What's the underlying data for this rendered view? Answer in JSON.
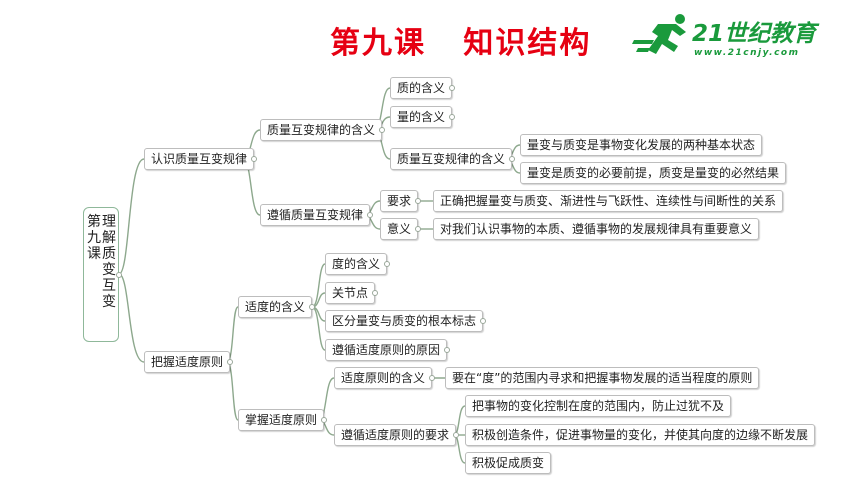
{
  "title": "第九课   知识结构",
  "logo": {
    "brand": "21世纪教育",
    "url_text": "www.21cnjy.com"
  },
  "colors": {
    "title": "#e60012",
    "logo_green": "#1a9a3c",
    "link": "#8da88d",
    "root_border": "#8fb89a"
  },
  "root": {
    "line1": "第九课",
    "line2": "理解质变互变"
  },
  "nodes": {
    "n1": "认识质量互变规律",
    "n1a": "质量互变规律的含义",
    "n1a1": "质的含义",
    "n1a2": "量的含义",
    "n1a3": "质量互变规律的含义",
    "n1a3a": "量变与质变是事物变化发展的两种基本状态",
    "n1a3b": "量变是质变的必要前提，质变是量变的必然结果",
    "n1b": "遵循质量互变规律",
    "n1b1": "要求",
    "n1b1a": "正确把握量变与质变、渐进性与飞跃性、连续性与间断性的关系",
    "n1b2": "意义",
    "n1b2a": "对我们认识事物的本质、遵循事物的发展规律具有重要意义",
    "n2": "把握适度原则",
    "n2a": "适度的含义",
    "n2a1": "度的含义",
    "n2a2": "关节点",
    "n2a3": "区分量变与质变的根本标志",
    "n2a4": "遵循适度原则的原因",
    "n2b": "掌握适度原则",
    "n2b1": "适度原则的含义",
    "n2b1a": "要在“度”的范围内寻求和把握事物发展的适当程度的原则",
    "n2b2": "遵循适度原则的要求",
    "n2b2a": "把事物的变化控制在度的范围内，防止过犹不及",
    "n2b2b": "积极创造条件，促进事物量的变化，并使其向度的边缘不断发展",
    "n2b2c": "积极促成质变"
  }
}
